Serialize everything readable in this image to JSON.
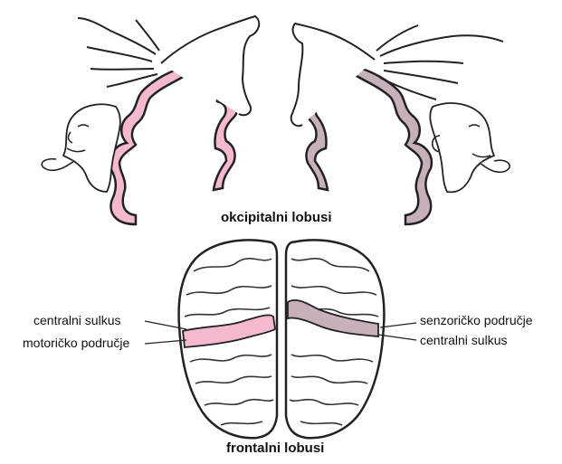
{
  "labels": {
    "top_caption": "okcipitalni lobusi",
    "bottom_caption": "frontalni lobusi",
    "left_sulcus": "centralni sulkus",
    "left_area": "motoričko područje",
    "right_area": "senzoričko područje",
    "right_sulcus": "centralni sulkus"
  },
  "colors": {
    "motor_strip": "#f4b8d0",
    "sensory_strip": "#c7afbb",
    "outline": "#222222"
  }
}
